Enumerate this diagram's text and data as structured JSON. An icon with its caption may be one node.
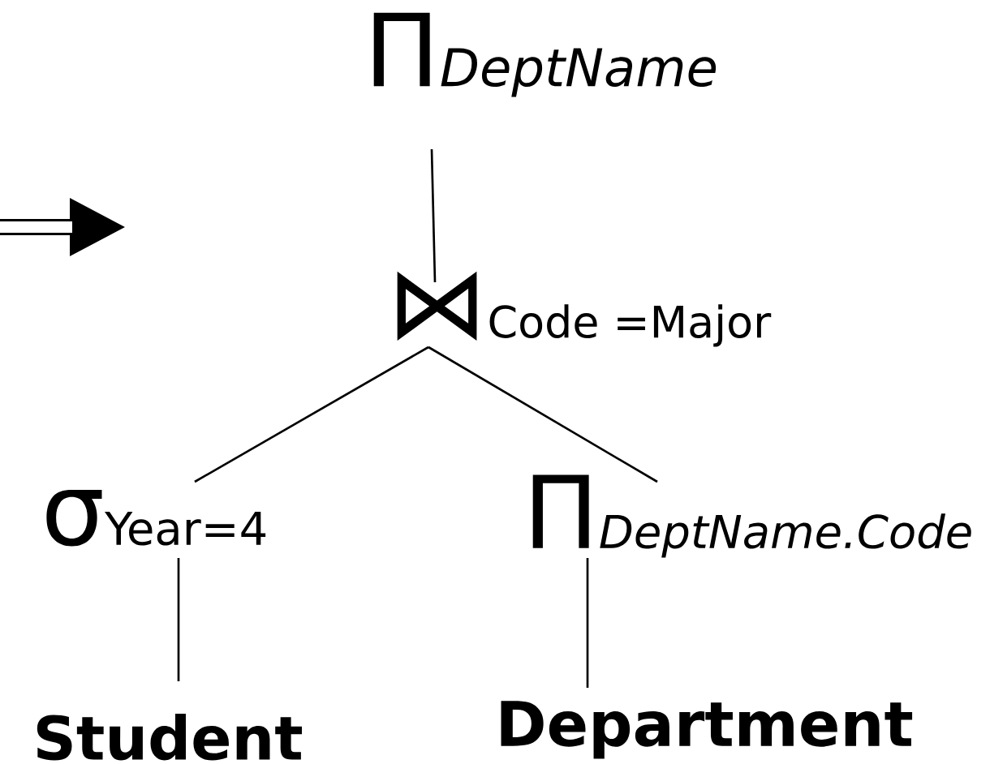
{
  "diagram": {
    "nodes": [
      {
        "text": [
          "Π",
          "DeptName"
        ]
      },
      {
        "text": [
          "⋈",
          "Code =Major"
        ]
      },
      {
        "text": [
          "σ",
          "Year=4"
        ]
      },
      {
        "text": [
          "Π",
          "DeptName.Code"
        ]
      },
      {
        "text": [
          "Student"
        ]
      },
      {
        "text": [
          "Department"
        ]
      }
    ],
    "edges": [
      {
        "from": 1,
        "to": 0,
        "arrow": "none"
      },
      {
        "from": 2,
        "to": 1,
        "arrow": "none"
      },
      {
        "from": 3,
        "to": 1,
        "arrow": "none"
      },
      {
        "from": 4,
        "to": 2,
        "arrow": "none"
      },
      {
        "from": 5,
        "to": 3,
        "arrow": "none"
      }
    ]
  }
}
